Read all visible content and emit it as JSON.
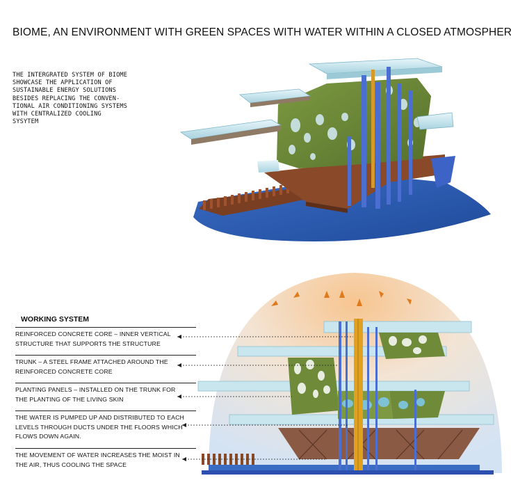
{
  "title": "BIOME, AN ENVIRONMENT WITH GREEN SPACES WITH WATER WITHIN A CLOSED ATMOSPHERE",
  "intro_lines": [
    "THE INTERGRATED SYSTEM OF BIOME",
    "SHOWCASE THE APPLICATION OF",
    "SUSTAINABLE ENERGY SOLUTIONS",
    "BESIDES REPLACING THE CONVEN-",
    "TIONAL AIR CONDITIONING SYSTEMS",
    "WITH CENTRALIZED COOLING",
    "SYSYTEM"
  ],
  "working_system": {
    "heading": "WORKING SYSTEM",
    "items": [
      {
        "lines": [
          "REINFORCED CONCRETE CORE – INNER VERTICAL",
          "STRUCTURE THAT SUPPORTS THE STRUCTURE"
        ]
      },
      {
        "lines": [
          "TRUNK – A STEEL FRAME ATTACHED AROUND THE",
          "REINFORCED CONCRETE CORE"
        ]
      },
      {
        "lines": [
          "PLANTING PANELS – INSTALLED ON THE TRUNK FOR",
          "THE PLANTING OF THE LIVING SKIN"
        ]
      },
      {
        "lines": [
          "THE WATER IS PUMPED UP AND DISTRIBUTED TO EACH",
          "LEVELS THROUGH DUCTS UNDER THE FLOORS WHICH",
          "FLOWS DOWN AGAIN."
        ]
      },
      {
        "lines": [
          "THE MOVEMENT OF WATER INCREASES THE MOIST IN",
          "THE AIR, THUS COOLING THE SPACE"
        ]
      }
    ]
  },
  "colors": {
    "green_panel": "#6f8b3a",
    "water_blue": "#2d5fb5",
    "steel_blue": "#4a6fd0",
    "rust": "#8a4a2a",
    "glass": "#bfe3ec",
    "core_orange": "#e0a020",
    "sky_warm": "#f6d2a6",
    "sky_cool": "#dfe9f6"
  }
}
